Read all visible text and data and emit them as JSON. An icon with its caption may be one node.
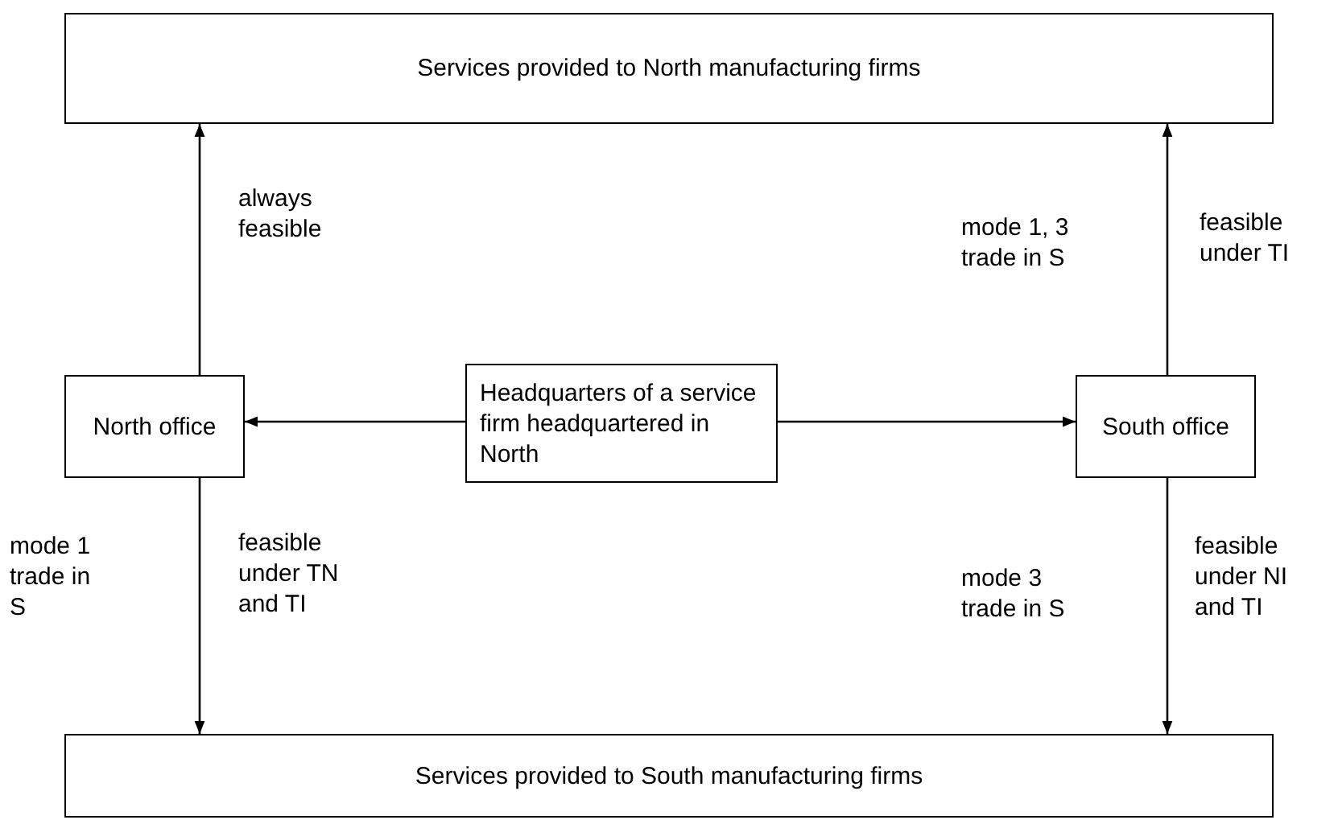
{
  "diagram": {
    "nodes": [
      {
        "text": [
          "Services provided to North manufacturing firms"
        ]
      },
      {
        "text": [
          "North office"
        ]
      },
      {
        "text": [
          "Headquarters of a service firm headquartered in North"
        ]
      },
      {
        "text": [
          "South office"
        ]
      },
      {
        "text": [
          "Services provided to South manufacturing firms"
        ]
      }
    ],
    "edges": [
      {
        "from": 1,
        "to": 0,
        "arrow": "to",
        "label": "always feasible"
      },
      {
        "from": 2,
        "to": 1,
        "arrow": "to"
      },
      {
        "from": 2,
        "to": 3,
        "arrow": "to"
      },
      {
        "from": 3,
        "to": 0,
        "arrow": "to",
        "label": "feasible under TI"
      },
      {
        "from": 1,
        "to": 4,
        "arrow": "to",
        "label": "feasible under TN and TI"
      },
      {
        "from": 3,
        "to": 4,
        "arrow": "to",
        "label": "feasible under NI and TI"
      }
    ],
    "labels": [
      "mode 1, 3 trade in S",
      "mode 1 trade in S",
      "mode 3 trade in S"
    ]
  }
}
